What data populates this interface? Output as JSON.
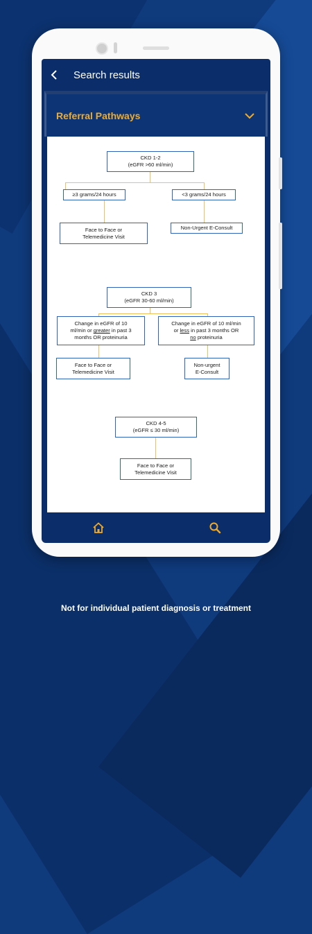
{
  "app_bar": {
    "title": "Search results",
    "back_icon": "back-arrow-icon"
  },
  "panel": {
    "title": "Referral Pathways",
    "toggle_icon": "chevron-down-icon",
    "accent": "#f0ab2c"
  },
  "flowchart": {
    "ckd12": {
      "title": "CKD 1-2",
      "subtitle": "(eGFR >60 ml/min)",
      "left_branch": "≥3 grams/24 hours",
      "right_branch": "<3 grams/24 hours",
      "left_outcome": [
        "Face to Face or",
        "Telemedicine Visit"
      ],
      "right_outcome": "Non-Urgent E-Consult"
    },
    "ckd3": {
      "title": "CKD 3",
      "subtitle": "(eGFR 30-60 ml/min)",
      "left_branch": [
        "Change in eGFR of 10",
        "ml/min or ",
        "greater",
        " in past 3",
        "months OR proteinuria"
      ],
      "right_branch": [
        "Change in eGFR of 10 ml/min",
        "or ",
        "less",
        " in past 3 months OR",
        "no",
        " proteinuria"
      ],
      "left_outcome": [
        "Face to Face or",
        "Telemedicine Visit"
      ],
      "right_outcome": [
        "Non-urgent",
        "E-Consult"
      ]
    },
    "ckd45": {
      "title": "CKD 4-5",
      "subtitle": "(eGFR ≤ 30 ml/min)",
      "outcome": [
        "Face to Face or",
        "Telemedicine Visit"
      ]
    }
  },
  "bottom_nav": {
    "home_icon": "home-icon",
    "search_icon": "search-icon",
    "icon_color": "#f0ab2c"
  },
  "footer": {
    "disclaimer": "Not for individual patient diagnosis or treatment"
  },
  "colors": {
    "navy": "#0b2e6b",
    "box_border": "#2f62b8",
    "connector": "#f0c15a"
  }
}
